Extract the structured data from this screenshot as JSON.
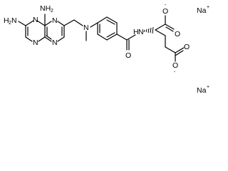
{
  "molecule": {
    "atoms": {
      "amine_top": "NH",
      "amine_top_sub": "2",
      "amine_left": "H",
      "amine_left_sub": "2",
      "amine_left_n": "N",
      "ring_n1": "N",
      "ring_n2": "N",
      "ring_n3": "N",
      "ring_n4": "N",
      "methyl_n": "N",
      "amide_nh": "H",
      "amide_n": "N",
      "amide_o": "O",
      "carboxylate_o_top": "O",
      "carboxylate_o_top_charge": "-",
      "carboxylate_o_dbl_top": "O",
      "carboxylate_o_bottom": "O",
      "carboxylate_o_bottom_charge": "-",
      "carboxylate_o_dbl_bottom": "O",
      "sodium_top": "Na",
      "sodium_top_charge": "+",
      "sodium_bottom": "Na",
      "sodium_bottom_charge": "+"
    }
  }
}
